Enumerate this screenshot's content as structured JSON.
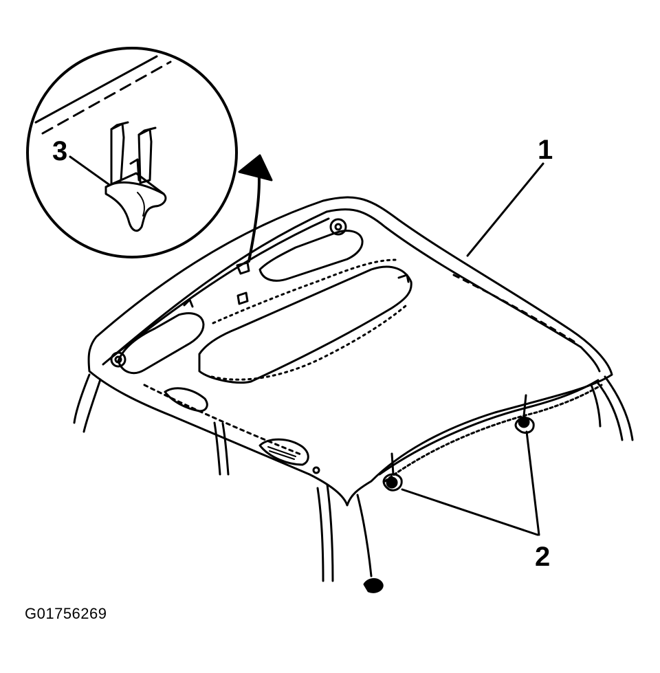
{
  "callouts": {
    "headliner": "1",
    "retainers": "2",
    "clip": "3"
  },
  "figure_id": "G01756269"
}
